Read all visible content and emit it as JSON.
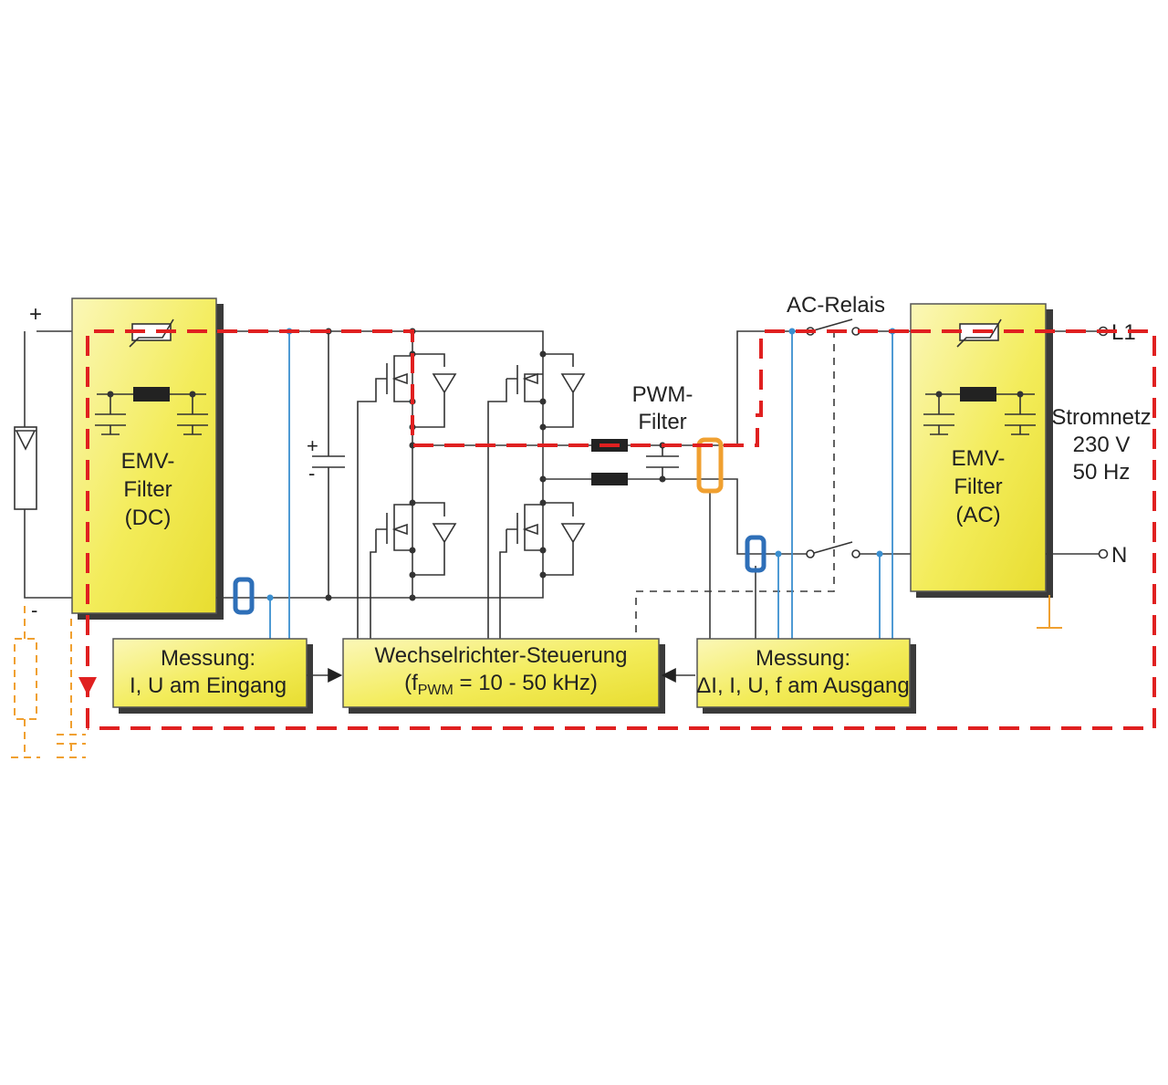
{
  "colors": {
    "box_fill": "#f2ec63",
    "box_fill_light": "#faf6b0",
    "red_path": "#e02020",
    "blue_wire": "#3a8fd0",
    "orange_sensor": "#f0a030",
    "blue_sensor": "#2e6fb8"
  },
  "labels": {
    "dc_plus": "+",
    "dc_minus": "-",
    "emv_dc_line1": "EMV-",
    "emv_dc_line2": "Filter",
    "emv_dc_line3": "(DC)",
    "emv_ac_line1": "EMV-",
    "emv_ac_line2": "Filter",
    "emv_ac_line3": "(AC)",
    "cap_plus": "+",
    "cap_minus": "-",
    "pwm_line1": "PWM-",
    "pwm_line2": "Filter",
    "ac_relais": "AC-Relais",
    "grid_line1": "Stromnetz",
    "grid_line2": "230 V",
    "grid_line3": "50 Hz",
    "l1": "L1",
    "n": "N",
    "mess_in_line1": "Messung:",
    "mess_in_line2": "I, U am Eingang",
    "ctrl_line1": "Wechselrichter-Steuerung",
    "ctrl_f": "(f",
    "ctrl_sub": "PWM",
    "ctrl_rest": " = 10 - 50 kHz)",
    "mess_out_line1": "Messung:",
    "mess_out_line2": "ΔI, I, U, f am Ausgang"
  }
}
